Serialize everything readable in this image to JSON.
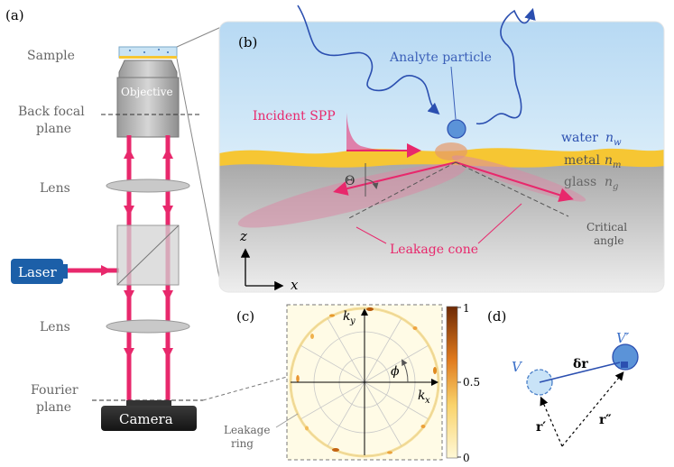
{
  "panels": {
    "a": "(a)",
    "b": "(b)",
    "c": "(c)",
    "d": "(d)"
  },
  "setup": {
    "sample": "Sample",
    "objective": "Objective",
    "back_focal_line1": "Back focal",
    "back_focal_line2": "plane",
    "lens_top": "Lens",
    "laser": "Laser",
    "lens_bottom": "Lens",
    "fourier_line1": "Fourier",
    "fourier_line2": "plane",
    "camera": "Camera"
  },
  "panel_b": {
    "analyte": "Analyte particle",
    "incident_spp": "Incident SPP",
    "water": "water",
    "water_sym": "n",
    "water_sub": "w",
    "metal": "metal",
    "metal_sym": "n",
    "metal_sub": "m",
    "glass": "glass",
    "glass_sym": "n",
    "glass_sub": "g",
    "theta": "Θ",
    "critical_line1": "Critical",
    "critical_line2": "angle",
    "leakage_cone": "Leakage cone",
    "axis_z": "z",
    "axis_x": "x"
  },
  "panel_c": {
    "ky": "k",
    "ky_sub": "y",
    "kx": "k",
    "kx_sub": "x",
    "phi": "ϕ",
    "leakage_line1": "Leakage",
    "leakage_line2": "ring",
    "colorbar_ticks": [
      "1",
      "0.5",
      "0"
    ]
  },
  "panel_d": {
    "V": "V",
    "Vprime": "V′",
    "dr": "δr",
    "rprime": "r′",
    "rdoubleprime": "r″"
  },
  "colors": {
    "accent": "#e8286c",
    "water": "#c5e1f5",
    "metal": "#f6c633",
    "glass": "#cfcfcf",
    "laser": "#1c5fa8",
    "particle": "#5b93d8"
  }
}
